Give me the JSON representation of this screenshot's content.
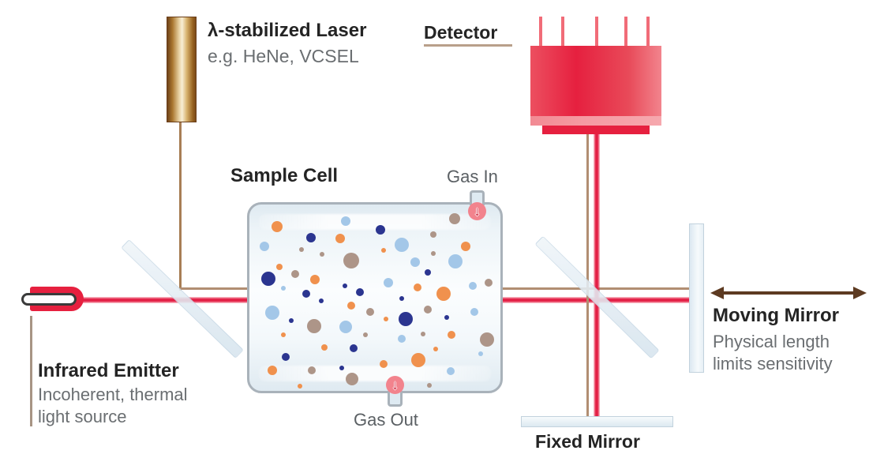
{
  "diagram": {
    "laser": {
      "title": "λ-stabilized Laser",
      "subtitle": "e.g. HeNe, VCSEL"
    },
    "detector": {
      "title": "Detector"
    },
    "sample_cell": {
      "title": "Sample Cell",
      "gas_in": "Gas In",
      "gas_out": "Gas Out"
    },
    "emitter": {
      "title": "Infrared Emitter",
      "subtitle1": "Incoherent, thermal",
      "subtitle2": "light source"
    },
    "moving_mirror": {
      "title": "Moving Mirror",
      "subtitle1": "Physical length",
      "subtitle2": "limits sensitivity"
    },
    "fixed_mirror": {
      "title": "Fixed Mirror"
    },
    "gas_arrow_glyph": "↓"
  },
  "colors": {
    "beam_red": "#E31F45",
    "laser_line": "#A87E55",
    "reference_line": "#B18E72",
    "arrow_brown": "#5D3A21",
    "detector_red": "#E6203F",
    "glass": "#DCE8F1",
    "detector_underline": "#B9A08A",
    "molecule": {
      "o": "#F0914D",
      "b": "#A3C7E8",
      "n": "#2B3590",
      "t": "#AD9588"
    }
  },
  "molecules": [
    [
      35,
      28,
      7,
      "o"
    ],
    [
      122,
      21,
      6,
      "b"
    ],
    [
      78,
      42,
      6,
      "n"
    ],
    [
      115,
      43,
      6,
      "o"
    ],
    [
      19,
      53,
      6,
      "b"
    ],
    [
      66,
      57,
      3,
      "t"
    ],
    [
      92,
      63,
      3,
      "t"
    ],
    [
      129,
      71,
      10,
      "t"
    ],
    [
      38,
      79,
      4,
      "o"
    ],
    [
      58,
      88,
      5,
      "t"
    ],
    [
      24,
      94,
      9,
      "n"
    ],
    [
      83,
      95,
      6,
      "o"
    ],
    [
      43,
      106,
      3,
      "b"
    ],
    [
      121,
      103,
      3,
      "n"
    ],
    [
      72,
      113,
      5,
      "n"
    ],
    [
      140,
      111,
      5,
      "n"
    ],
    [
      91,
      122,
      3,
      "n"
    ],
    [
      129,
      128,
      5,
      "o"
    ],
    [
      29,
      137,
      9,
      "b"
    ],
    [
      153,
      136,
      5,
      "t"
    ],
    [
      53,
      147,
      3,
      "n"
    ],
    [
      82,
      154,
      9,
      "t"
    ],
    [
      122,
      155,
      8,
      "b"
    ],
    [
      43,
      165,
      3,
      "o"
    ],
    [
      147,
      165,
      3,
      "t"
    ],
    [
      95,
      181,
      4,
      "o"
    ],
    [
      132,
      182,
      5,
      "n"
    ],
    [
      46,
      193,
      5,
      "n"
    ],
    [
      29,
      210,
      6,
      "o"
    ],
    [
      79,
      210,
      5,
      "t"
    ],
    [
      117,
      207,
      3,
      "n"
    ],
    [
      130,
      221,
      8,
      "t"
    ],
    [
      64,
      230,
      3,
      "o"
    ],
    [
      260,
      18,
      7,
      "t"
    ],
    [
      166,
      32,
      6,
      "n"
    ],
    [
      233,
      38,
      4,
      "t"
    ],
    [
      193,
      51,
      9,
      "b"
    ],
    [
      170,
      58,
      3,
      "o"
    ],
    [
      274,
      53,
      6,
      "o"
    ],
    [
      233,
      62,
      3,
      "t"
    ],
    [
      210,
      73,
      6,
      "b"
    ],
    [
      261,
      72,
      9,
      "b"
    ],
    [
      226,
      86,
      4,
      "n"
    ],
    [
      176,
      99,
      6,
      "b"
    ],
    [
      213,
      105,
      5,
      "o"
    ],
    [
      246,
      113,
      9,
      "o"
    ],
    [
      283,
      103,
      5,
      "b"
    ],
    [
      303,
      99,
      5,
      "t"
    ],
    [
      193,
      119,
      3,
      "n"
    ],
    [
      226,
      133,
      5,
      "t"
    ],
    [
      285,
      136,
      5,
      "b"
    ],
    [
      198,
      145,
      9,
      "n"
    ],
    [
      173,
      145,
      3,
      "o"
    ],
    [
      250,
      143,
      3,
      "n"
    ],
    [
      220,
      164,
      3,
      "t"
    ],
    [
      256,
      165,
      5,
      "o"
    ],
    [
      193,
      170,
      5,
      "b"
    ],
    [
      301,
      171,
      9,
      "t"
    ],
    [
      236,
      183,
      3,
      "o"
    ],
    [
      293,
      189,
      3,
      "b"
    ],
    [
      214,
      197,
      9,
      "o"
    ],
    [
      170,
      202,
      5,
      "o"
    ],
    [
      255,
      211,
      5,
      "b"
    ],
    [
      228,
      229,
      3,
      "t"
    ]
  ]
}
